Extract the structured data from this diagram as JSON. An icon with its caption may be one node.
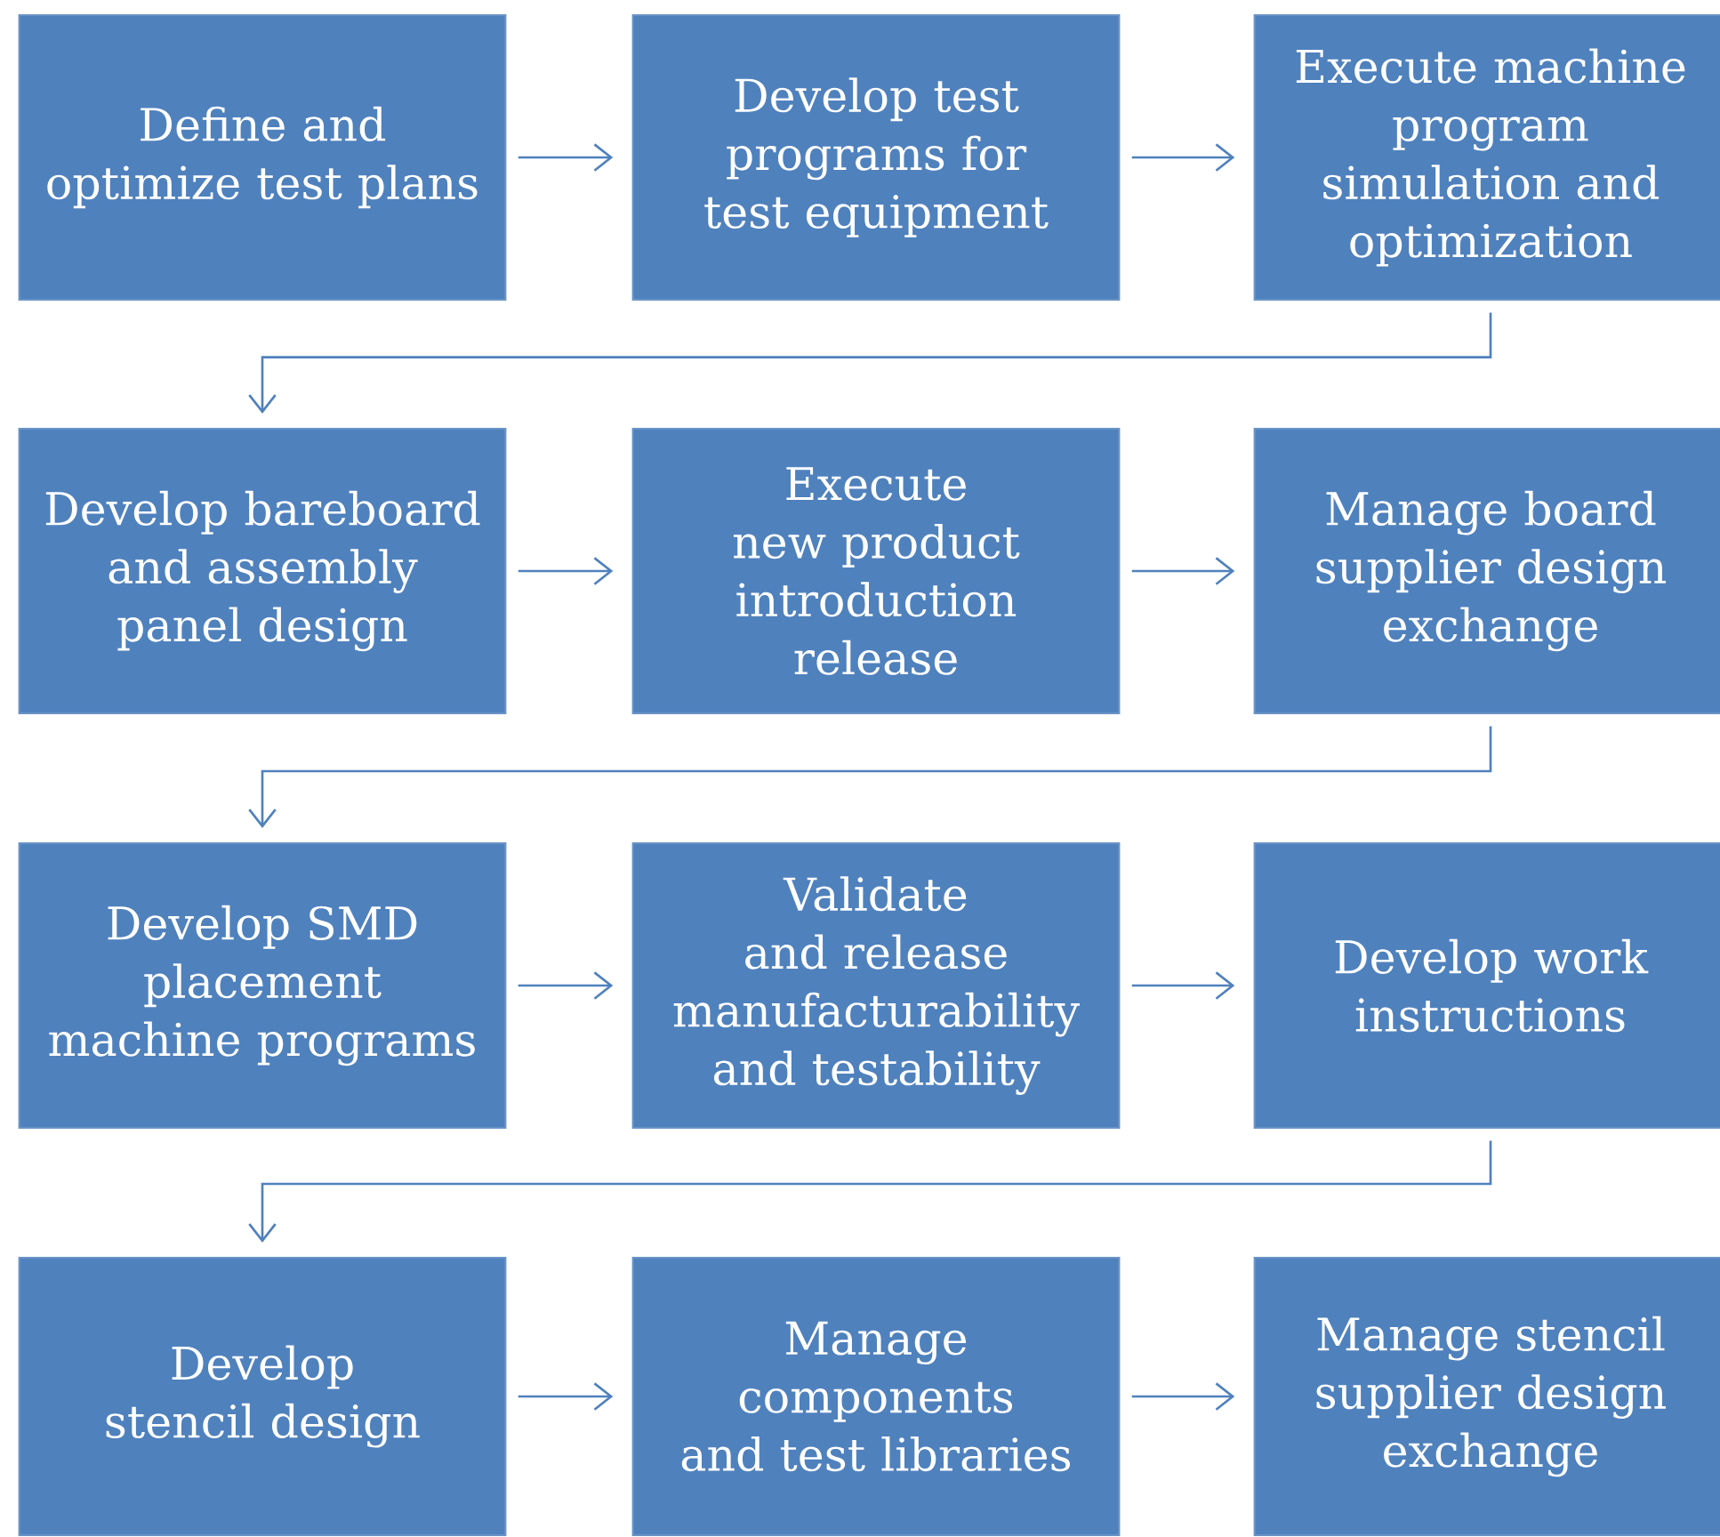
{
  "diagram": {
    "nodes": [
      {
        "text": [
          "Define and optimize test plans"
        ]
      },
      {
        "text": [
          "Develop test programs for test equipment"
        ]
      },
      {
        "text": [
          "Execute machine program simulation and optimization"
        ]
      },
      {
        "text": [
          "Develop bareboard and assembly panel design"
        ]
      },
      {
        "text": [
          "Execute new product introduction release"
        ]
      },
      {
        "text": [
          "Manage board supplier design exchange"
        ]
      },
      {
        "text": [
          "Develop SMD placement machine programs"
        ]
      },
      {
        "text": [
          "Validate and release manufacturability and testability"
        ]
      },
      {
        "text": [
          "Develop work instructions"
        ]
      },
      {
        "text": [
          "Develop stencil design"
        ]
      },
      {
        "text": [
          "Manage components and test libraries"
        ]
      },
      {
        "text": [
          "Manage stencil supplier design exchange"
        ]
      }
    ],
    "edges": [
      {
        "from": 0,
        "to": 1,
        "arrow": "to"
      },
      {
        "from": 1,
        "to": 2,
        "arrow": "to"
      },
      {
        "from": 2,
        "to": 3,
        "arrow": "to"
      },
      {
        "from": 3,
        "to": 4,
        "arrow": "to"
      },
      {
        "from": 4,
        "to": 5,
        "arrow": "to"
      },
      {
        "from": 5,
        "to": 6,
        "arrow": "to"
      },
      {
        "from": 6,
        "to": 7,
        "arrow": "to"
      },
      {
        "from": 7,
        "to": 8,
        "arrow": "to"
      },
      {
        "from": 8,
        "to": 9,
        "arrow": "to"
      },
      {
        "from": 9,
        "to": 10,
        "arrow": "to"
      },
      {
        "from": 10,
        "to": 11,
        "arrow": "to"
      }
    ]
  }
}
